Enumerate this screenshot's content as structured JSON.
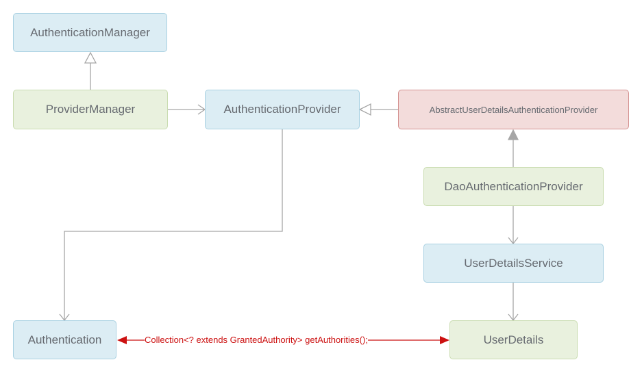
{
  "nodes": {
    "authentication_manager": "AuthenticationManager",
    "provider_manager": "ProviderManager",
    "authentication_provider": "AuthenticationProvider",
    "abstract_provider": "AbstractUserDetailsAuthenticationProvider",
    "dao_provider": "DaoAuthenticationProvider",
    "user_details_service": "UserDetailsService",
    "authentication": "Authentication",
    "user_details": "UserDetails"
  },
  "edge_label": "Collection<? extends GrantedAuthority>  getAuthorities();",
  "colors": {
    "blue_fill": "#dcedf4",
    "green_fill": "#e9f1de",
    "red_fill": "#f3dcdb",
    "connector": "#a6a6a6",
    "highlight": "#cc1111"
  }
}
